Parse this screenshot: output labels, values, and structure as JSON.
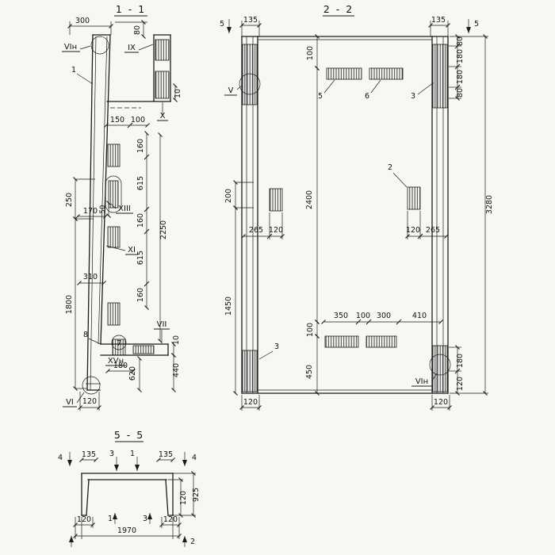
{
  "page": {
    "background": "#f6f6f3",
    "ink": "#1b1b1b"
  },
  "s11": {
    "title": "1 - 1",
    "labels": {
      "d300": "300",
      "d80": "80",
      "m_vih": "VIн",
      "m_ix": "IX",
      "c1": "1",
      "d10a": "10",
      "m_x": "X",
      "d150": "150",
      "d100": "100",
      "d160a": "160",
      "d615a": "615",
      "d160b": "160",
      "d615b": "615",
      "d160c": "160",
      "d2250": "2250",
      "d250": "250",
      "d1800": "1800",
      "d170": "170",
      "d50": "50",
      "m_xiii": "XIII",
      "m_xi": "XI",
      "d310": "310",
      "c8": "8",
      "c7": "7",
      "m_vii": "VII",
      "d10b": "10",
      "d440": "440",
      "m_xvh": "XVн",
      "d180": "180",
      "d620": "620",
      "m_vi": "VI",
      "d120": "120"
    }
  },
  "s22": {
    "title": "2 - 2",
    "labels": {
      "cut5l": "5",
      "cut5r": "5",
      "d135l": "135",
      "d135r": "135",
      "d80a": "80",
      "d180a": "180",
      "d180b": "180",
      "d80b": "80",
      "m_v": "V",
      "d100t": "100",
      "c5": "5",
      "c6": "6",
      "c3a": "3",
      "d3280": "3280",
      "d2400": "2400",
      "d200": "200",
      "d1450": "1450",
      "d265l": "265",
      "d120l": "120",
      "c2": "2",
      "d120r": "120",
      "d265r": "265",
      "d350": "350",
      "d100m": "100",
      "d300": "300",
      "d410": "410",
      "d100b": "100",
      "d450": "450",
      "c3b": "3",
      "m_vih": "VIн",
      "d180c": "180",
      "d120c": "120",
      "d120bl": "120",
      "d120br": "120"
    }
  },
  "s55": {
    "title": "5 - 5",
    "labels": {
      "cut4l": "4",
      "cut4r": "4",
      "d135l": "135",
      "d135r": "135",
      "c3t": "3",
      "c1t": "1",
      "d120r": "120",
      "d925": "925",
      "d120bl": "120",
      "c1b": "1",
      "c3b": "3",
      "d120br": "120",
      "d1970": "1970",
      "cut2": "2"
    }
  }
}
